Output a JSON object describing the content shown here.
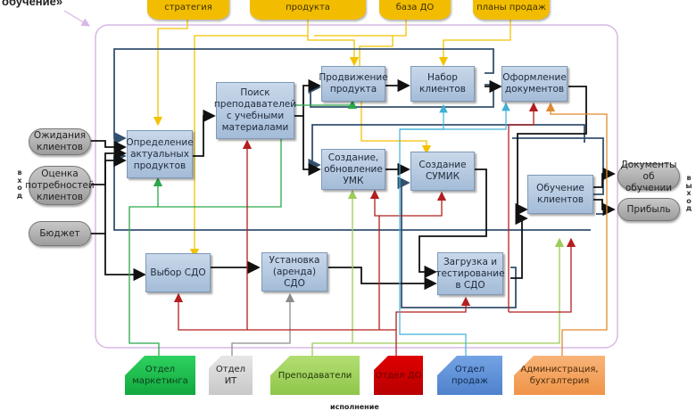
{
  "title_fragment": "обучение»",
  "inputs_label": "вход",
  "outputs_label": "выход",
  "execution_label": "исполнение",
  "controls": [
    {
      "id": "strategy",
      "label": "стратегия"
    },
    {
      "id": "product",
      "label": "продукта"
    },
    {
      "id": "base",
      "label": "база ДО"
    },
    {
      "id": "plans",
      "label": "планы продаж"
    }
  ],
  "inputs": [
    {
      "id": "expectations",
      "label": "Ожидания клиентов"
    },
    {
      "id": "needs",
      "label": "Оценка потребностей клиентов"
    },
    {
      "id": "budget",
      "label": "Бюджет"
    }
  ],
  "outputs": [
    {
      "id": "documents",
      "label": "Документы об обучении"
    },
    {
      "id": "profit",
      "label": "Прибыль"
    }
  ],
  "processes": [
    {
      "id": "define",
      "label": "Определение актуальных продуктов"
    },
    {
      "id": "search",
      "label": "Поиск преподавателей с учебными материалами"
    },
    {
      "id": "promo",
      "label": "Продвижение продукта"
    },
    {
      "id": "recruit",
      "label": "Набор клиентов"
    },
    {
      "id": "paperwork",
      "label": "Оформление документов"
    },
    {
      "id": "umk",
      "label": "Создание, обновление УМК"
    },
    {
      "id": "sumik",
      "label": "Создание СУМИК"
    },
    {
      "id": "training",
      "label": "Обучение клиентов"
    },
    {
      "id": "lms_choice",
      "label": "Выбор СДО"
    },
    {
      "id": "lms_install",
      "label": "Установка (аренда) СДО"
    },
    {
      "id": "lms_load",
      "label": "Загрузка и тестирование в СДО"
    }
  ],
  "resources": [
    {
      "id": "marketing",
      "label": "Отдел маркетинга",
      "color": "#1fbf4f",
      "line": "#2aa84a"
    },
    {
      "id": "it",
      "label": "Отдел ИТ",
      "color": "#d9d9d9",
      "line": "#8c8c8c"
    },
    {
      "id": "teachers",
      "label": "Преподаватели",
      "color": "#9fd35a",
      "line": "#9ccc5a"
    },
    {
      "id": "do",
      "label": "Отдел ДО",
      "color": "#d40000",
      "line": "#b41e1e"
    },
    {
      "id": "sales",
      "label": "Отдел продаж",
      "color": "#5b8fd6",
      "line": "#3fb0d6"
    },
    {
      "id": "admin",
      "label": "Администрация, бухгалтерия",
      "color": "#f5a05a",
      "line": "#e08a2e"
    }
  ],
  "colors": {
    "control_line": "#f2c200",
    "feedback_line": "#34506f",
    "flow_line": "#111111",
    "frame": "#d7b8e6"
  }
}
